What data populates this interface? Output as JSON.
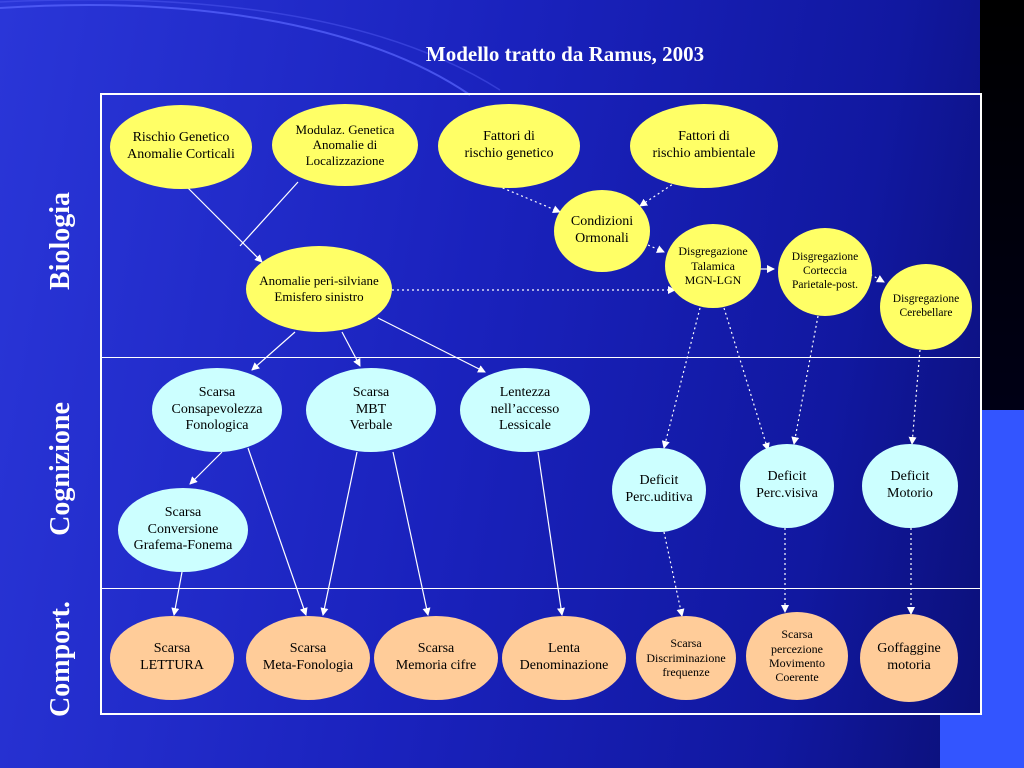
{
  "title": "Modello tratto da Ramus, 2003",
  "levels": {
    "biologia": "Biologia",
    "cognizione": "Cognizione",
    "comport": "Comport."
  },
  "nodes": {
    "rischio_genetico": "Rischio Genetico\nAnomalie Corticali",
    "modulaz_genetica": "Modulaz. Genetica\nAnomalie di\nLocalizzazione",
    "fattori_genetico": "Fattori di\nrischio genetico",
    "fattori_ambientale": "Fattori di\nrischio ambientale",
    "condizioni_ormonali": "Condizioni\nOrmonali",
    "anomalie_peri": "Anomalie peri-silviane\nEmisfero sinistro",
    "disgreg_talamica": "Disgregazione\nTalamica\nMGN-LGN",
    "disgreg_corteccia": "Disgregazione\nCorteccia\nParietale-post.",
    "disgreg_cerebellare": "Disgregazione\nCerebellare",
    "scarsa_consapevolezza": "Scarsa\nConsapevolezza\nFonologica",
    "scarsa_mbt": "Scarsa\nMBT\nVerbale",
    "lentezza_accesso": "Lentezza\nnell’accesso\nLessicale",
    "scarsa_conversione": "Scarsa\nConversione\nGrafema-Fonema",
    "deficit_uditiva": "Deficit\nPerc.uditiva",
    "deficit_visiva": "Deficit\nPerc.visiva",
    "deficit_motorio": "Deficit\nMotorio",
    "scarsa_lettura": "Scarsa\nLETTURA",
    "scarsa_metafonologia": "Scarsa\nMeta-Fonologia",
    "scarsa_memoria": "Scarsa\nMemoria cifre",
    "lenta_denominazione": "Lenta\nDenominazione",
    "scarsa_discriminazione": "Scarsa\nDiscriminazione\nfrequenze",
    "scarsa_percezione_movimento": "Scarsa\npercezione\nMovimento\nCoerente",
    "goffaggine_motoria": "Goffaggine\nmotoria"
  },
  "colors": {
    "background": "#1a22bd",
    "biology_nodes": "#ffff66",
    "cognition_nodes": "#ccffff",
    "behaviour_nodes": "#ffcc99",
    "lines": "#ffffff"
  }
}
